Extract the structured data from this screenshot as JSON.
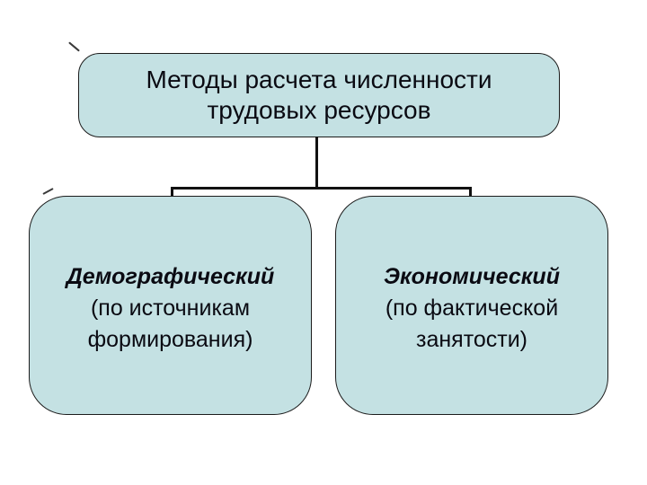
{
  "slide": {
    "background_color": "#ffffff",
    "colors": {
      "box_fill": "#c4e1e3",
      "box_border": "#1c1c1c",
      "text": "#0a0a12",
      "connector": "#111111"
    },
    "root_box": {
      "line1": "Методы расчета численности",
      "line2": "трудовых ресурсов"
    },
    "method_boxes": [
      {
        "name": "Демографический",
        "detail_line1": "(по источникам",
        "detail_line2": "формирования)"
      },
      {
        "name": "Экономический",
        "detail_line1": "(по фактической",
        "detail_line2": "занятости)"
      }
    ]
  }
}
